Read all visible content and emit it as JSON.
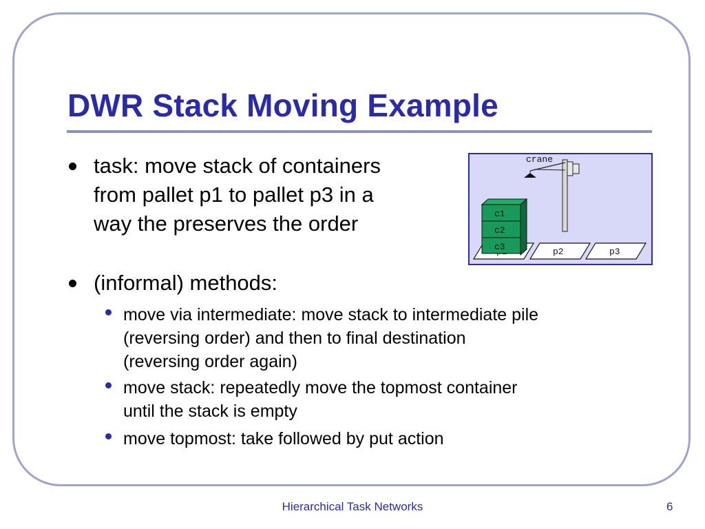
{
  "slide": {
    "title": "DWR Stack Moving Example",
    "bullets": [
      {
        "lines": [
          "task: move stack of containers",
          "from pallet p1 to pallet p3 in a",
          "way the preserves the order"
        ]
      },
      {
        "lines": [
          "(informal) methods:"
        ]
      }
    ],
    "sub_bullets": [
      {
        "lines": [
          "move via intermediate: move stack to intermediate pile",
          "(reversing order) and then to final destination",
          "(reversing order again)"
        ]
      },
      {
        "lines": [
          "move stack: repeatedly move the topmost container",
          "until the stack is empty"
        ]
      },
      {
        "lines": [
          "move topmost: take followed by put action"
        ]
      }
    ]
  },
  "diagram": {
    "crane_label": "crane",
    "containers": [
      "c1",
      "c2",
      "c3"
    ],
    "pallets": [
      "p1",
      "p2",
      "p3"
    ],
    "colors": {
      "background": "#d8d8f8",
      "container": "#1a9a5a",
      "container_dark": "#0e6a3c",
      "frame": "#2b2ba8",
      "crane": "#d9d9d9"
    }
  },
  "footer": {
    "text": "Hierarchical Task Networks",
    "page_number": "6"
  }
}
